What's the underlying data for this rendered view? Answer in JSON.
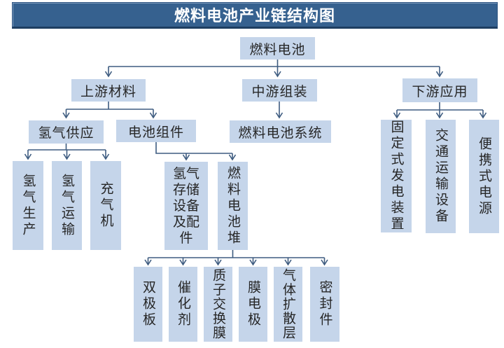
{
  "title": "燃料电池产业链结构图",
  "palette": {
    "header_bg": "#36618F",
    "header_text": "#FFFFFF",
    "node_fill": "#C5D5EA",
    "node_text": "#262626",
    "connector": "#3E5C80"
  },
  "nodes": {
    "fuel_cell": {
      "label": "燃料电池"
    },
    "upstream": {
      "label": "上游材料"
    },
    "midstream": {
      "label": "中游组装"
    },
    "downstream": {
      "label": "下游应用"
    },
    "hydrogen_supply": {
      "label": "氢气供应"
    },
    "battery_components": {
      "label": "电池组件"
    },
    "fuel_cell_system": {
      "label": "燃料电池系统"
    },
    "hydrogen_production": {
      "label": "氢气生产"
    },
    "hydrogen_transport": {
      "label": "氢气运输"
    },
    "gas_charger": {
      "label": "充气机"
    },
    "hydrogen_storage": {
      "label": "氢气存储设备及配件"
    },
    "fuel_cell_stack": {
      "label": "燃料电池堆"
    },
    "bipolar_plate": {
      "label": "双极板"
    },
    "catalyst": {
      "label": "催化剂"
    },
    "proton_exchange_membrane": {
      "label": "质子交换膜"
    },
    "membrane_electrode": {
      "label": "膜电极"
    },
    "gas_diffusion_layer": {
      "label": "气体扩散层"
    },
    "seal": {
      "label": "密封件"
    },
    "stationary_power": {
      "label": "固定式发电装置"
    },
    "transport_equipment": {
      "label": "交通运输设备"
    },
    "portable_power": {
      "label": "便携式电源"
    }
  },
  "edges": [
    [
      "fuel_cell",
      "upstream"
    ],
    [
      "fuel_cell",
      "midstream"
    ],
    [
      "fuel_cell",
      "downstream"
    ],
    [
      "upstream",
      "hydrogen_supply"
    ],
    [
      "upstream",
      "battery_components"
    ],
    [
      "midstream",
      "fuel_cell_system"
    ],
    [
      "downstream",
      "stationary_power"
    ],
    [
      "downstream",
      "transport_equipment"
    ],
    [
      "downstream",
      "portable_power"
    ],
    [
      "hydrogen_supply",
      "hydrogen_production"
    ],
    [
      "hydrogen_supply",
      "hydrogen_transport"
    ],
    [
      "hydrogen_supply",
      "gas_charger"
    ],
    [
      "battery_components",
      "hydrogen_storage"
    ],
    [
      "battery_components",
      "fuel_cell_stack"
    ],
    [
      "fuel_cell_stack",
      "bipolar_plate"
    ],
    [
      "fuel_cell_stack",
      "catalyst"
    ],
    [
      "fuel_cell_stack",
      "proton_exchange_membrane"
    ],
    [
      "fuel_cell_stack",
      "membrane_electrode"
    ],
    [
      "fuel_cell_stack",
      "gas_diffusion_layer"
    ],
    [
      "fuel_cell_stack",
      "seal"
    ]
  ]
}
